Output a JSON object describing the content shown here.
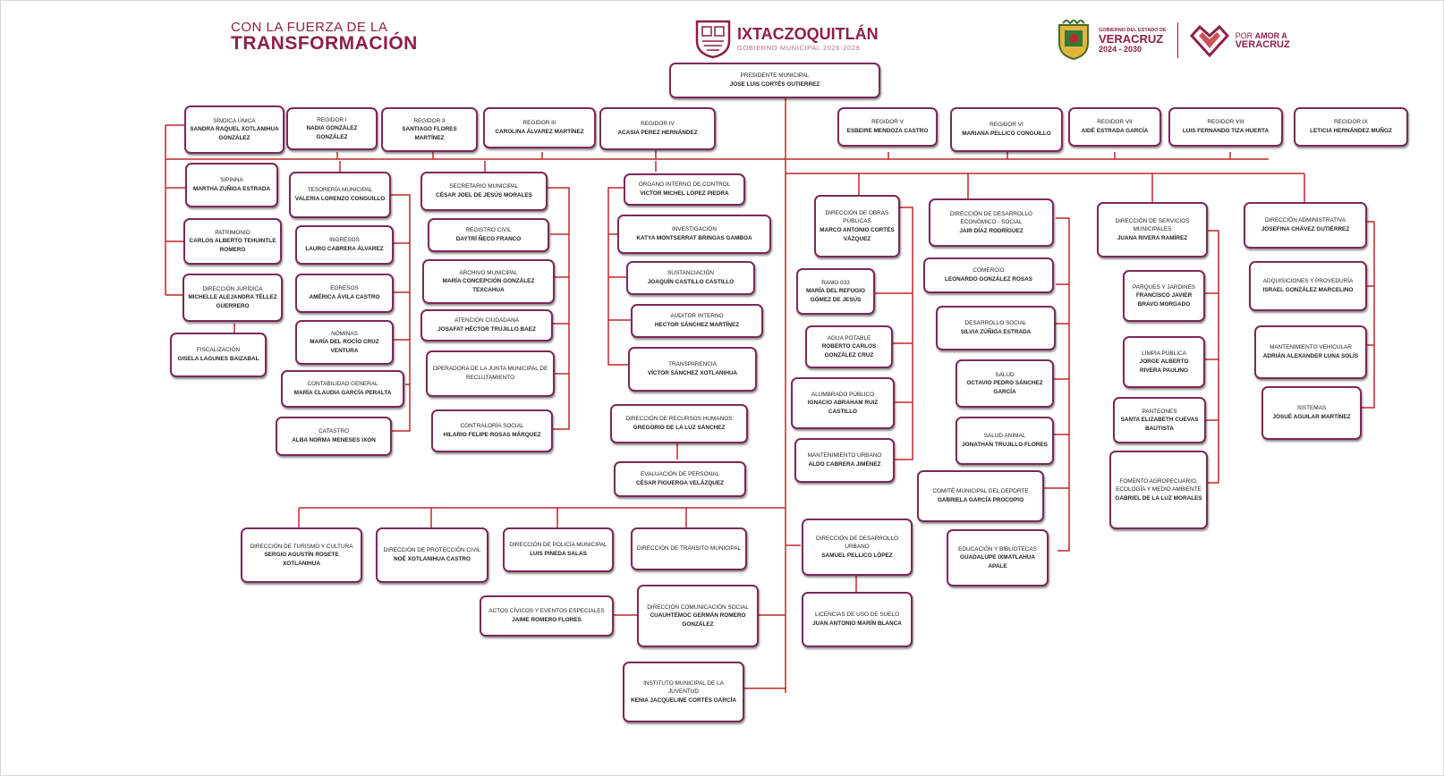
{
  "header": {
    "left_logo_line1": "CON LA FUERZA DE LA",
    "left_logo_line2": "TRANSFORMACIÓN",
    "center_logo_title": "IXTACZOQUITLÁN",
    "center_logo_subtitle": "GOBIERNO MUNICIPAL 2026-2029",
    "gob_small": "GOBIERNO DEL ESTADO DE",
    "gob_state": "VERACRUZ",
    "gob_years": "2024 - 2030",
    "amor_prefix": "POR",
    "amor_bold": "AMOR A",
    "amor_state": "VERACRUZ"
  },
  "colors": {
    "line": "#c1272d",
    "box_border": "#7b2a58",
    "brand": "#8e1f49"
  },
  "boxes": [
    {
      "id": "presidente",
      "title": "PRESIDENTE MUNICIPAL",
      "name": "JOSE LUIS CORTÉS GUTIERREZ"
    },
    {
      "id": "sindica",
      "title": "SÍNDICA ÚNICA",
      "name": "SANDRA RAQUEL XOTLANIHUA GONZÁLEZ"
    },
    {
      "id": "reg1",
      "title": "REGIDOR I",
      "name": "NADIA GONZÁLEZ GONZÁLEZ"
    },
    {
      "id": "reg2",
      "title": "REGIDOR II",
      "name": "SANTIAGO FLORES MARTÍNEZ"
    },
    {
      "id": "reg3",
      "title": "REGIDOR III",
      "name": "CAROLINA ÁLVAREZ MARTÍNEZ"
    },
    {
      "id": "reg4",
      "title": "REGIDOR IV",
      "name": "ACASIA PEREZ HERNÁNDEZ"
    },
    {
      "id": "reg5",
      "title": "REGIDOR V",
      "name": "ESBEIRE MENDOZA CASTRO"
    },
    {
      "id": "reg6",
      "title": "REGIDOR VI",
      "name": "MARIANA PELLICO CONGUILLO"
    },
    {
      "id": "reg7",
      "title": "REGIDOR VII",
      "name": "AIDÉ ESTRADA GARCÍA"
    },
    {
      "id": "reg8",
      "title": "REGIDOR VIII",
      "name": "LUIS FERNANDO TIZA HUERTA"
    },
    {
      "id": "reg9",
      "title": "REGIDOR IX",
      "name": "LETICIA HERNÁNDEZ MUÑOZ"
    },
    {
      "id": "sipinna",
      "title": "SIPINNA",
      "name": "MARTHA ZUÑIGA ESTRADA"
    },
    {
      "id": "patrimonio",
      "title": "PATRIMONIO",
      "name": "CARLOS ALBERTO TEHUINTLE ROMERO"
    },
    {
      "id": "juridica",
      "title": "DIRECCIÓN JURÍDICA",
      "name": "MICHELLE ALEJANDRA TÉLLEZ GUERRERO"
    },
    {
      "id": "fiscalizacion",
      "title": "FISCALIZACIÓN",
      "name": "GISELA LAGUNES BAIZABAL"
    },
    {
      "id": "tesoreria",
      "title": "TESORERÍA MUNICIPAL",
      "name": "VALERIA LORENZO CONGUILLO"
    },
    {
      "id": "ingresos",
      "title": "INGRESOS",
      "name": "LAURO CABRERA ÁLVAREZ"
    },
    {
      "id": "egresos",
      "title": "EGRESOS",
      "name": "AMÉRICA ÁVILA CASTRO"
    },
    {
      "id": "nominas",
      "title": "NÓMINAS",
      "name": "MARÍA DEL ROCÍO CRUZ VENTURA"
    },
    {
      "id": "contabilidad",
      "title": "CONTABILIDAD GENERAL",
      "name": "MARÍA CLAUDIA GARCÍA PERALTA"
    },
    {
      "id": "catastro",
      "title": "CATASTRO",
      "name": "ALBA NORMA MENESES IXON"
    },
    {
      "id": "secretario",
      "title": "SECRETARIO MUNICIPAL",
      "name": "CÉSAR JOEL DE JESÚS MORALES"
    },
    {
      "id": "registro",
      "title": "REGISTRO CIVIL",
      "name": "DAYTRÍ ÑECO FRANCO"
    },
    {
      "id": "archivo",
      "title": "ARCHIVO MUNICIPAL",
      "name": "MARÍA CONCEPCIÓN GONZÁLEZ TEXCAHUA"
    },
    {
      "id": "atencion",
      "title": "ATENCIÓN CIUDADANA",
      "name": "JOSAFAT HÉCTOR TRUJILLO BAEZ"
    },
    {
      "id": "operadora",
      "title": "OPERADORA DE LA JUNTA MUNICIPAL DE RECLUTAMIENTO",
      "name": ""
    },
    {
      "id": "contraloria",
      "title": "CONTRALORÍA SOCIAL",
      "name": "HILARIO FELIPE ROSAS MÁRQUEZ"
    },
    {
      "id": "organo",
      "title": "ÓRGANO INTERNO DE CONTROL",
      "name": "VICTOR MICHEL LÓPEZ PIEDRA"
    },
    {
      "id": "investigacion",
      "title": "INVESTIGACIÓN",
      "name": "KATYA MONTSERRAT BRINGAS GAMBOA"
    },
    {
      "id": "sustanciacion",
      "title": "SUSTANCIACIÓN",
      "name": "JOAQUÍN CASTILLO CASTILLO"
    },
    {
      "id": "auditor",
      "title": "AUDITOR INTERNO",
      "name": "HECTOR SÁNCHEZ MARTÍNEZ"
    },
    {
      "id": "transparencia",
      "title": "TRANSPARENCIA",
      "name": "VÍCTOR SÁNCHEZ XOTLANIHUA"
    },
    {
      "id": "rrhh",
      "title": "DIRECCIÓN DE RECURSOS HUMANOS",
      "name": "GREGORIO DE LA LUZ SÁNCHEZ"
    },
    {
      "id": "evaluacion",
      "title": "EVALUACIÓN DE PERSONAL",
      "name": "CÉSAR FIGUEROA VELÁZQUEZ"
    },
    {
      "id": "obras",
      "title": "DIRECCIÓN DE OBRAS PÚBLICAS",
      "name": "MARCO ANTONIO CORTÉS VÁZQUEZ"
    },
    {
      "id": "ramo033",
      "title": "RAMO 033",
      "name": "MARÍA DEL REFUGIO GÓMEZ DE JESÚS"
    },
    {
      "id": "agua",
      "title": "AGUA POTABLE",
      "name": "ROBERTO CARLOS GONZÁLEZ CRUZ"
    },
    {
      "id": "alumbrado",
      "title": "ALUMBRADO PÚBLICO",
      "name": "IGNACIO ABRAHAM RUIZ CASTILLO"
    },
    {
      "id": "mantenimiento_urbano",
      "title": "MANTENIMIENTO URBANO",
      "name": "ALDO CABRERA JIMÉNEZ"
    },
    {
      "id": "desarrollo_eco",
      "title": "DIRECCIÓN DE DESARROLLO ECONÓMICO - SOCIAL",
      "name": "JAIR DÍAZ RODRÍGUEZ"
    },
    {
      "id": "comercio",
      "title": "COMERCIO",
      "name": "LEONARDO GONZÁLEZ ROSAS"
    },
    {
      "id": "desarrollo_social",
      "title": "DESARROLLO SOCIAL",
      "name": "SILVIA ZÚÑIGA ESTRADA"
    },
    {
      "id": "salud",
      "title": "SALUD",
      "name": "OCTAVIO PEDRO SÁNCHEZ GARCÍA"
    },
    {
      "id": "salud_animal",
      "title": "SALUD ANIMAL",
      "name": "JONATHAN TRUJILLO FLORES"
    },
    {
      "id": "deporte",
      "title": "COMITÉ MUNICIPAL DEL DEPORTE",
      "name": "GABRIELA GARCÍA PROCOPIO"
    },
    {
      "id": "educacion",
      "title": "EDUCACIÓN Y BIBLIOTECAS",
      "name": "GUADALUPE IXMATLAHUA APALE"
    },
    {
      "id": "servicios",
      "title": "DIRECCIÓN DE SERVICIOS MUNICIPALES",
      "name": "JUANA RIVERA RAMÍREZ"
    },
    {
      "id": "parques",
      "title": "PARQUES Y JARDINES",
      "name": "FRANCISCO JAVIER BRAVO MORGADO"
    },
    {
      "id": "limpia",
      "title": "LIMPIA PÚBLICA",
      "name": "JORGE ALBERTO RIVERA PAULINO"
    },
    {
      "id": "panteones",
      "title": "PANTEONES",
      "name": "SANTA ELIZABETH CUEVAS BAUTISTA"
    },
    {
      "id": "fomento",
      "title": "FOMENTO AGROPECUARIO, ECOLOGÍA Y MEDIO AMBIENTE",
      "name": "GABRIEL DE LA LUZ MORALES"
    },
    {
      "id": "administrativa",
      "title": "DIRECCIÓN ADMINISTRATIVA",
      "name": "JOSEFINA CHÁVEZ GUTIÉRREZ"
    },
    {
      "id": "adquisiciones",
      "title": "ADQUISICIONES Y PROVEDURÍA",
      "name": "ISRAEL GONZÁLEZ MARCELINO"
    },
    {
      "id": "mant_vehicular",
      "title": "MANTENIMIENTO VEHICULAR",
      "name": "ADRIÁN ALEXANDER LUNA SOLÍS"
    },
    {
      "id": "sistemas",
      "title": "SISTEMAS",
      "name": "JOSUÉ AGUILAR MARTÍNEZ"
    },
    {
      "id": "turismo",
      "title": "DIRECCIÓN DE TURISMO Y CULTURA",
      "name": "SERGIO AGUSTÍN ROSETE XOTLANIHUA"
    },
    {
      "id": "proteccion",
      "title": "DIRECCIÓN DE PROTECCIÓN CIVIL",
      "name": "NOÉ XOTLANIHUA CASTRO"
    },
    {
      "id": "policia",
      "title": "DIRECCIÓN DE POLICÍA MUNICIPAL",
      "name": "LUIS PINEDA SALAS"
    },
    {
      "id": "transito",
      "title": "DIRECCIÓN DE TRÁNSITO MUNICIPAL",
      "name": ""
    },
    {
      "id": "actos",
      "title": "ACTOS CÍVICOS Y EVENTOS ESPECIALES",
      "name": "JAIME ROMERO FLORES"
    },
    {
      "id": "comunicacion",
      "title": "DIRECCIÓN COMUNICACIÓN SOCIAL",
      "name": "CUAUHTÉMOC GERMÁN ROMERO GONZÁLEZ"
    },
    {
      "id": "juventud",
      "title": "INSTITUTO MUNICIPAL DE LA JUVENTUD",
      "name": "KENIA JACQUELINE CORTÉS GARCÍA"
    },
    {
      "id": "desarrollo_urbano",
      "title": "DIRECCIÓN DE DESARROLLO URBANO",
      "name": "SAMUEL PELLICO LÓPEZ"
    },
    {
      "id": "licencias",
      "title": "LICENCIAS DE USO DE SUELO",
      "name": "JUAN ANTONIO MARÍN BLANCA"
    }
  ]
}
